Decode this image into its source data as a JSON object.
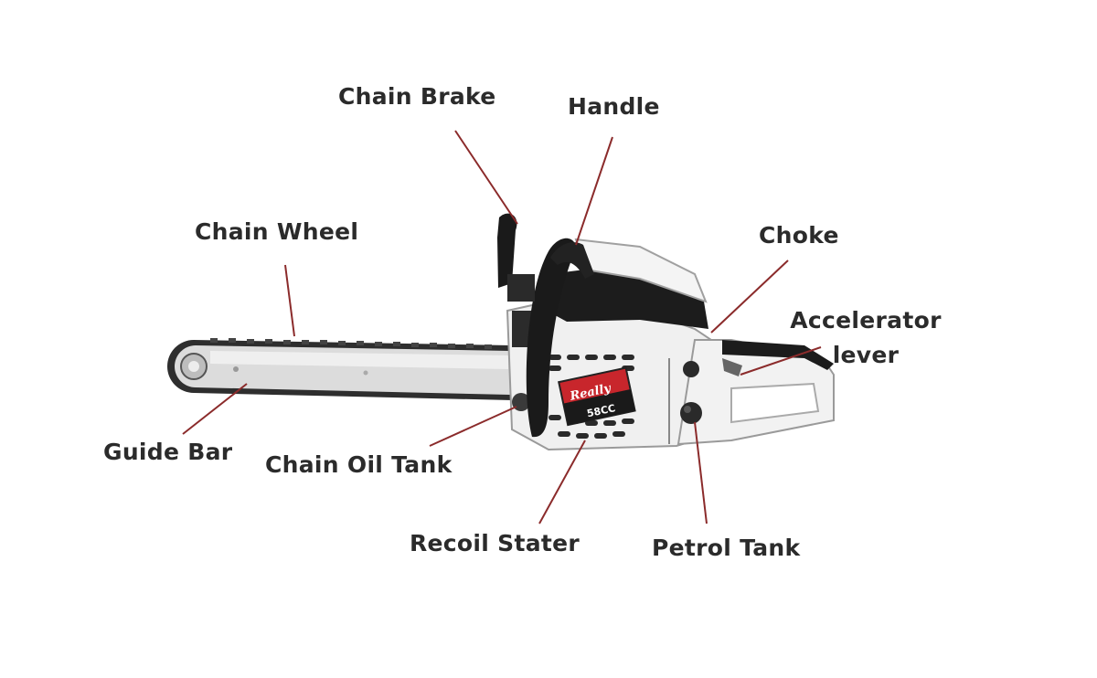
{
  "labels": {
    "chain_brake": "Chain Brake",
    "handle": "Handle",
    "chain_wheel": "Chain Wheel",
    "choke": "Choke",
    "accelerator_line1": "Accelerator",
    "accelerator_line2": "lever",
    "guide_bar": "Guide Bar",
    "chain_oil_tank": "Chain Oil Tank",
    "recoil_stater": "Recoil Stater",
    "petrol_tank": "Petrol Tank"
  },
  "badge": {
    "brand": "Really",
    "model": "58CC"
  },
  "colors": {
    "leader_line": "#8b2b2b",
    "label_text": "#2b2b2b",
    "body_white": "#f2f2f2",
    "body_dark": "#1a1a1a",
    "badge_red": "#c8262c",
    "bar_metal": "#d6d6d6"
  }
}
